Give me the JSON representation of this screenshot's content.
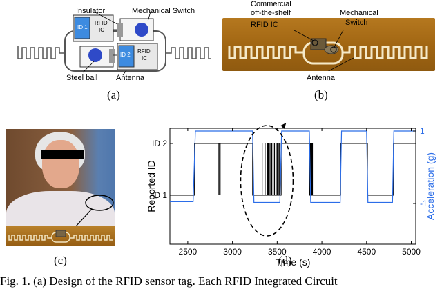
{
  "panel_a": {
    "labels": {
      "insulator": "Insulator",
      "mechanical_switch": "Mechanical Switch",
      "steel_ball": "Steel ball",
      "antenna": "Antenna",
      "id1": "ID 1",
      "id2": "ID 2",
      "rfid": "RFID",
      "ic": "IC"
    },
    "caption": "(a)"
  },
  "panel_b": {
    "labels": {
      "commercial_line1": "Commercial",
      "commercial_line2": "off-the-shelf",
      "commercial_line3": "RFID IC",
      "mechanical_line1": "Mechanical",
      "mechanical_line2": "Switch",
      "antenna": "Antenna"
    },
    "caption": "(b)"
  },
  "panel_c": {
    "caption": "(c)"
  },
  "panel_d": {
    "caption": "(d)"
  },
  "chart_data": {
    "type": "line",
    "xlabel": "Time (s)",
    "ylabel_left": "Reported ID",
    "ylabel_right": "Acceleration (g)",
    "xlim": [
      2300,
      5050
    ],
    "x_ticks": [
      2500,
      3000,
      3500,
      4000,
      4500,
      5000
    ],
    "y_left_ticks": [
      "ID 1",
      "ID 2"
    ],
    "y_right_ticks": [
      "-1",
      "1"
    ],
    "colors": {
      "reported_id": "#000000",
      "acceleration": "#2b6de8"
    },
    "series": [
      {
        "name": "",
        "key": "reported_id",
        "segments": [
          {
            "x": [
              2300,
              2575
            ],
            "level": "ID 1"
          },
          {
            "x": [
              2575,
              3225
            ],
            "level": "ID 2"
          },
          {
            "x": [
              3225,
              3545
            ],
            "level": "ID 1"
          },
          {
            "x": [
              3545,
              3860
            ],
            "level": "ID 2"
          },
          {
            "x": [
              3860,
              4210
            ],
            "level": "ID 1"
          },
          {
            "x": [
              4210,
              4510
            ],
            "level": "ID 2"
          },
          {
            "x": [
              4510,
              4800
            ],
            "level": "ID 1"
          },
          {
            "x": [
              4800,
              5050
            ],
            "level": "ID 2"
          }
        ],
        "spikes_x": [
          2838,
          2850,
          2862,
          3332,
          3365,
          3392,
          3400,
          3420,
          3440,
          3455,
          3470,
          3487,
          3500,
          3520,
          3530,
          3865,
          3872,
          3880,
          3888,
          3895
        ]
      },
      {
        "name": "",
        "key": "acceleration",
        "points": [
          [
            2300,
            -0.95
          ],
          [
            2560,
            -0.95
          ],
          [
            2585,
            1.0
          ],
          [
            3225,
            1.0
          ],
          [
            3240,
            -0.97
          ],
          [
            3530,
            -0.97
          ],
          [
            3550,
            1.0
          ],
          [
            3860,
            1.0
          ],
          [
            3875,
            -0.97
          ],
          [
            4205,
            -0.97
          ],
          [
            4220,
            1.0
          ],
          [
            4500,
            1.0
          ],
          [
            4515,
            -0.97
          ],
          [
            4790,
            -0.97
          ],
          [
            4805,
            1.0
          ],
          [
            5050,
            1.0
          ]
        ]
      }
    ]
  },
  "figure_caption": "Fig. 1.  (a)  Design of the RFID sensor tag. Each RFID Integrated Circuit"
}
